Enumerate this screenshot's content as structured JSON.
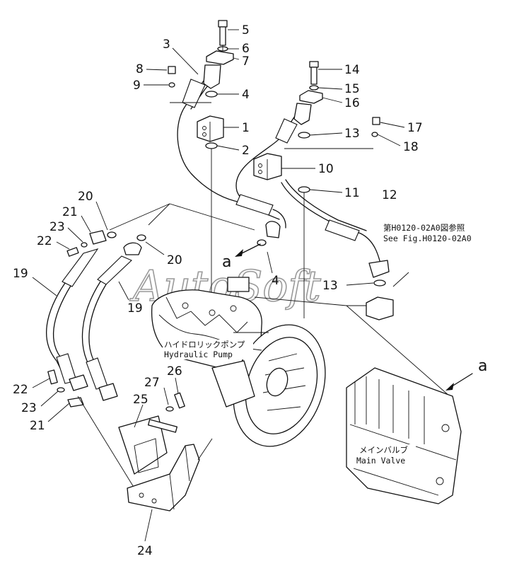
{
  "watermark": "AutoSoft",
  "callout_letter": "a",
  "labels": {
    "hydraulic_pump_jp": "ハイドロリックポンプ",
    "hydraulic_pump_en": "Hydraulic Pump",
    "main_valve_jp": "メインバルブ",
    "main_valve_en": "Main Valve",
    "see_fig_jp": "第H0120-02A0図参照",
    "see_fig_en": "See Fig.H0120-02A0"
  },
  "part_numbers": {
    "n1": "1",
    "n2": "2",
    "n3": "3",
    "n4": "4",
    "n4b": "4",
    "n5": "5",
    "n6": "6",
    "n7": "7",
    "n8": "8",
    "n9": "9",
    "n10": "10",
    "n11": "11",
    "n12": "12",
    "n13": "13",
    "n13b": "13",
    "n14": "14",
    "n15": "15",
    "n16": "16",
    "n17": "17",
    "n18": "18",
    "n19": "19",
    "n19b": "19",
    "n20": "20",
    "n20b": "20",
    "n21": "21",
    "n21b": "21",
    "n22": "22",
    "n22b": "22",
    "n23": "23",
    "n23b": "23",
    "n24": "24",
    "n25": "25",
    "n26": "26",
    "n27": "27"
  }
}
